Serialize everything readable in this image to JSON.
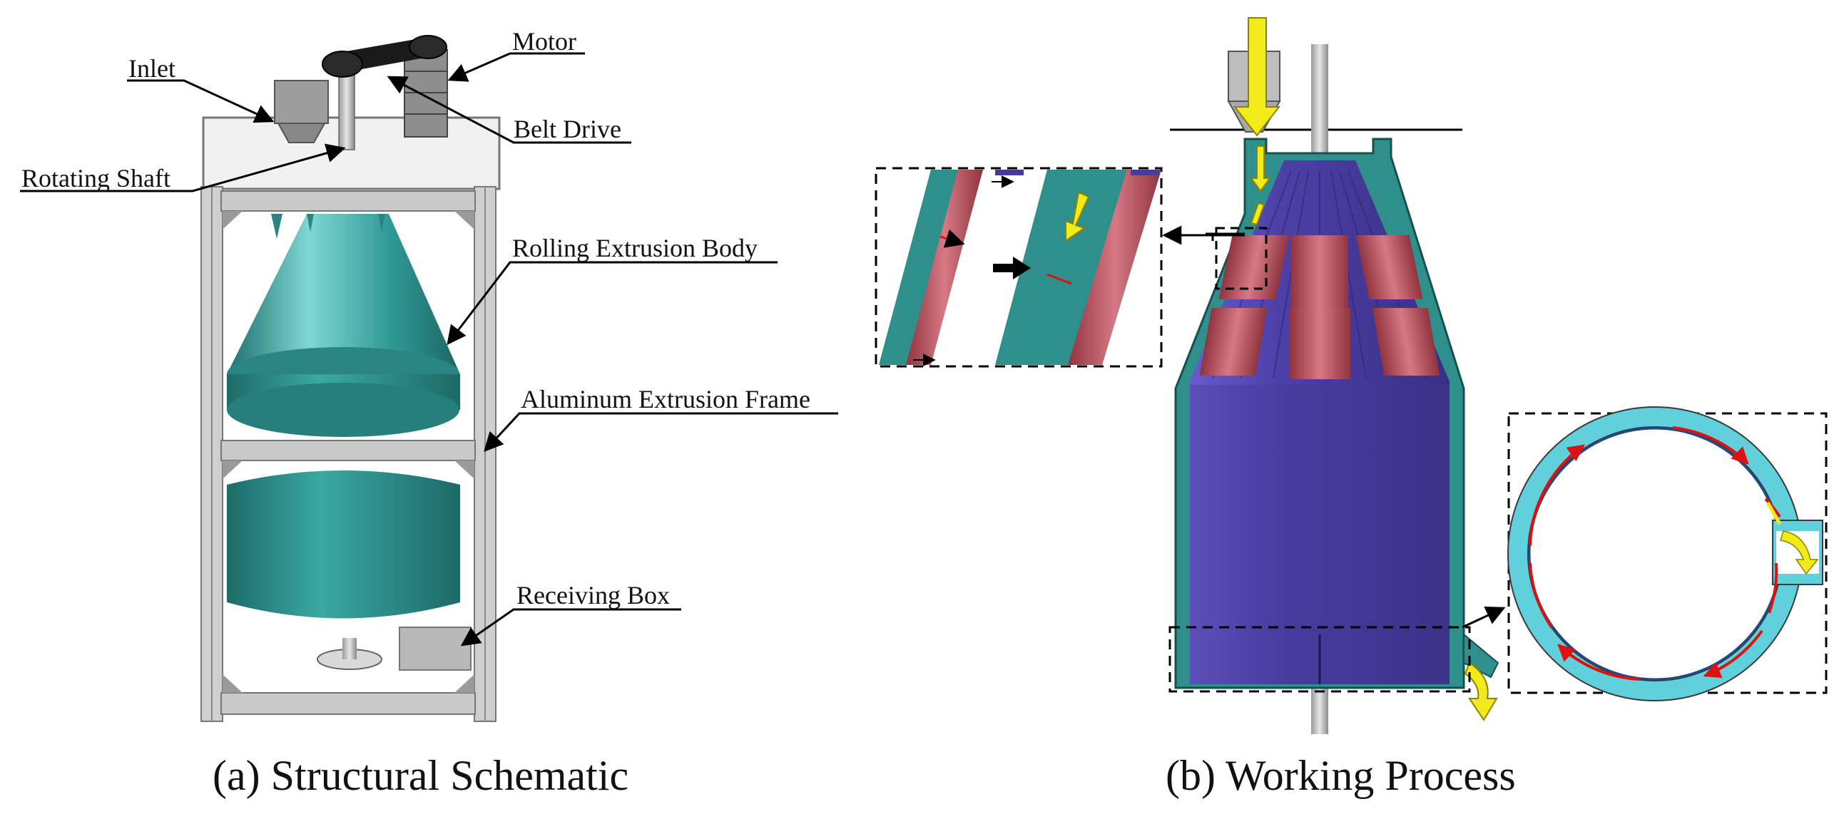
{
  "panel_a": {
    "caption": "(a) Structural Schematic",
    "labels": {
      "inlet": "Inlet",
      "motor": "Motor",
      "belt_drive": "Belt Drive",
      "rotating_shaft": "Rotating Shaft",
      "rolling_body": "Rolling Extrusion Body",
      "frame": "Aluminum Extrusion Frame",
      "receiving_box": "Receiving Box"
    }
  },
  "panel_b": {
    "caption": "(b) Working Process"
  },
  "colors": {
    "teal": "#2f8a88",
    "purple": "#4a3a9a",
    "red_stripe": "#b04a55",
    "yellow_flow": "#f2ea1a",
    "ring": "#5fd0dc"
  }
}
